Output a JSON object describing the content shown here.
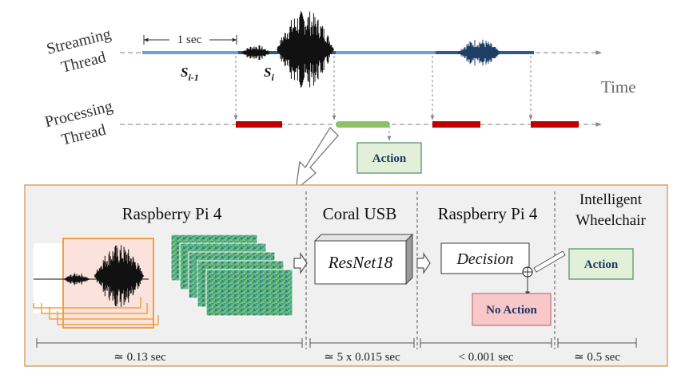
{
  "timeline": {
    "streaming_label": [
      "Streaming",
      "Thread"
    ],
    "processing_label": [
      "Processing",
      "Thread"
    ],
    "time_label": "Time",
    "one_sec_label": "1 sec",
    "seg_prev_label": "S",
    "seg_prev_sub": "i-1",
    "seg_cur_label": "S",
    "seg_cur_sub": "i",
    "action_label": "Action"
  },
  "pipeline": {
    "stage1_title": "Raspberry Pi 4",
    "stage2_title": "Coral USB",
    "stage3_title": "Raspberry Pi 4",
    "stage4_title": [
      "Intelligent",
      "Wheelchair"
    ],
    "model_label": "ResNet18",
    "decision_label": "Decision",
    "no_action_label": "No Action",
    "action_label": "Action",
    "time1": "≃ 0.13 sec",
    "time2": "≃ 5 x 0.015 sec",
    "time3": "< 0.001 sec",
    "time4": "≃ 0.5 sec"
  },
  "colors": {
    "stream_blue": "#6fa0dc",
    "stream_dark": "#2e5a8c",
    "proc_red": "#c00000",
    "proc_green": "#8dc06a",
    "action_fill": "#e2efd9",
    "action_border": "#6aa27a",
    "action_text": "#1f3864",
    "panel_fill": "#f0f0f0",
    "panel_border": "#d9a46a",
    "window_orange": "#f0a040",
    "noaction_fill": "#f8c8c8",
    "noaction_border": "#c07070"
  }
}
